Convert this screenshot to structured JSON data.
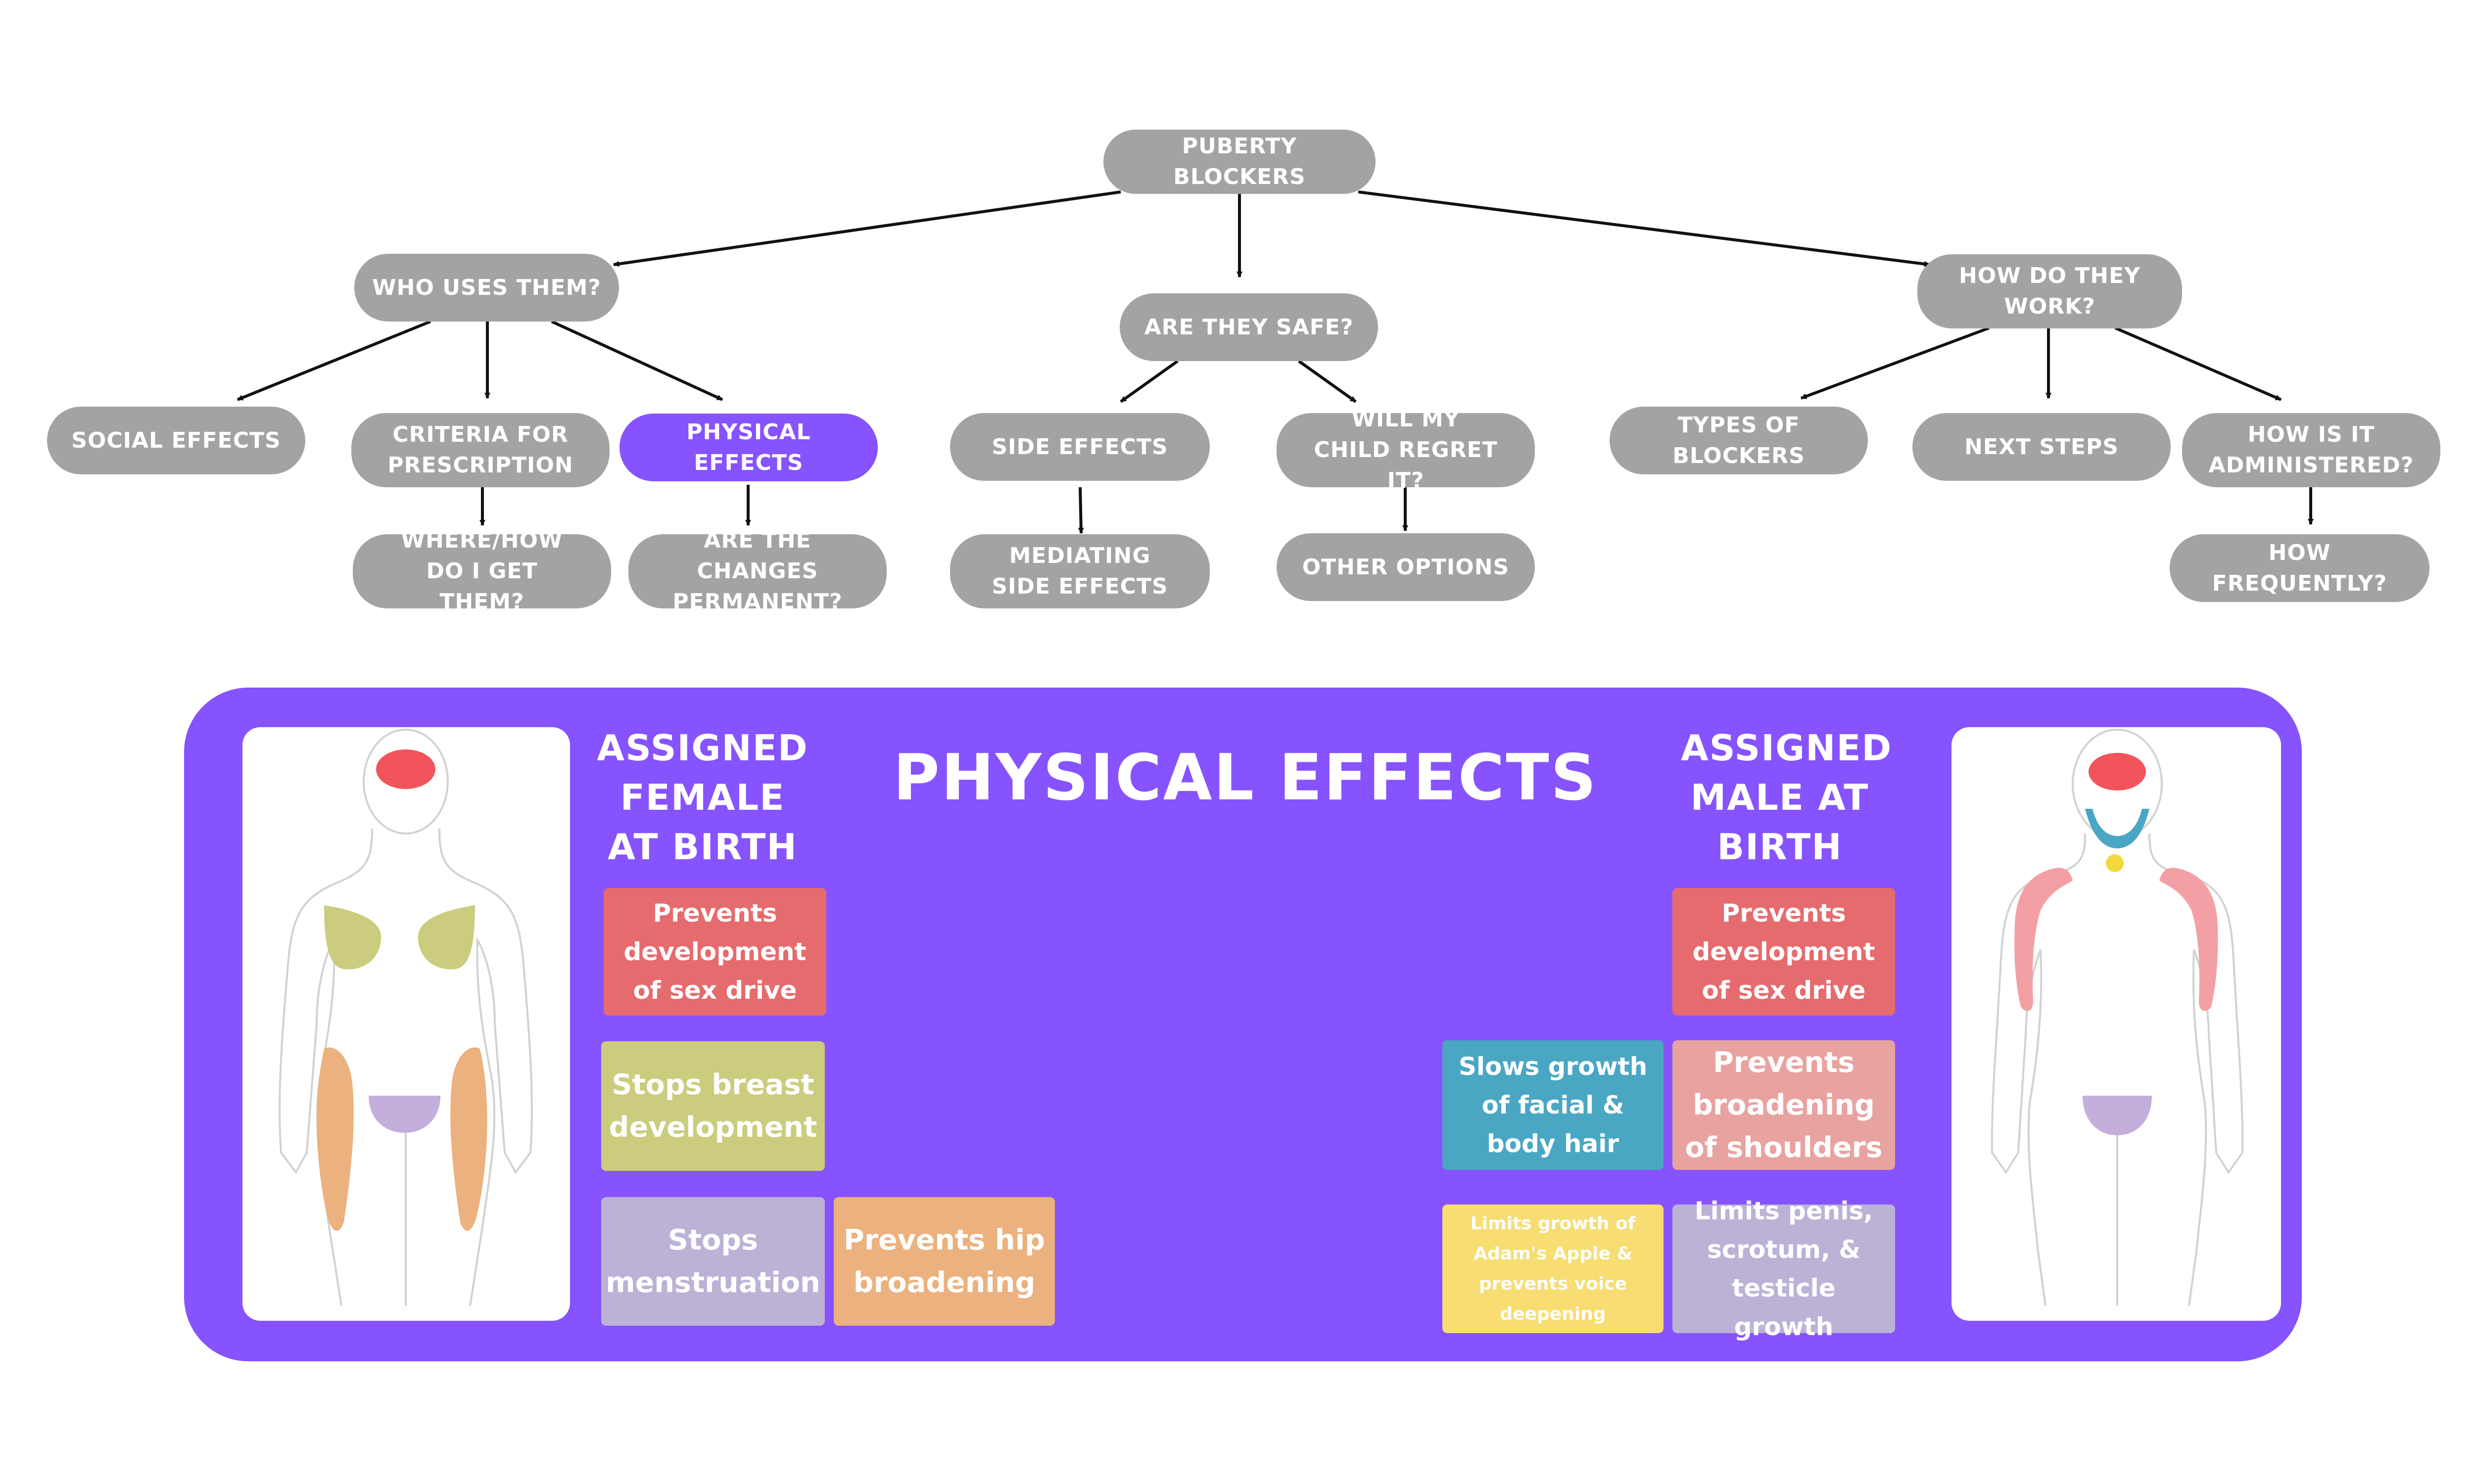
{
  "colors": {
    "node_gray": "#a3a3a3",
    "node_active": "#8653ff",
    "panel": "#8653ff",
    "edge": "#111111",
    "sex_drive": "#e56b6e",
    "breast": "#cbcc7d",
    "menstruation": "#bcb2d6",
    "hips": "#ebb17e",
    "facial_hair": "#4aa7c4",
    "shoulders": "#e8a3a1",
    "adams_apple": "#f7dd72",
    "genitals": "#bcb2d6",
    "brain": "#f2545b",
    "beard": "#4aa7c4",
    "larynx": "#f1db3c",
    "shoulder_marks": "#f2a0a3",
    "hip_marks": "#ebb17e",
    "chest_marks": "#cbcc7d",
    "pelvis_mark": "#c3aedc"
  },
  "map": {
    "root": "PUBERTY BLOCKERS",
    "who_uses": "WHO USES THEM?",
    "are_safe": "ARE THEY SAFE?",
    "how_work": "HOW DO THEY WORK?",
    "social_effects": "SOCIAL EFFECTS",
    "criteria": "CRITERIA FOR PRESCRIPTION",
    "physical_effects": "PHYSICAL EFFECTS",
    "side_effects": "SIDE EFFECTS",
    "regret": "WILL MY CHILD REGRET IT?",
    "types": "TYPES OF BLOCKERS",
    "next_steps": "NEXT STEPS",
    "administered": "HOW IS IT ADMINISTERED?",
    "where_how": "WHERE/HOW DO I GET THEM?",
    "permanent": "ARE THE CHANGES PERMANENT?",
    "mediating": "MEDIATING SIDE EFFECTS",
    "other_options": "OTHER OPTIONS",
    "frequency": "HOW FREQUENTLY?"
  },
  "panel": {
    "title": "PHYSICAL EFFECTS",
    "female_heading": "ASSIGNED FEMALE AT BIRTH",
    "male_heading": "ASSIGNED MALE AT BIRTH",
    "female_effects": {
      "sex_drive": "Prevents development of sex drive",
      "breast": "Stops breast development",
      "menstruation": "Stops menstruation",
      "hips": "Prevents hip broadening"
    },
    "male_effects": {
      "sex_drive": "Prevents development of sex drive",
      "facial_hair": "Slows growth of facial & body hair",
      "shoulders": "Prevents broadening of shoulders",
      "adams_apple": "Limits growth of Adam's Apple & prevents voice deepening",
      "genitals": "Limits penis, scrotum, & testicle growth"
    }
  }
}
